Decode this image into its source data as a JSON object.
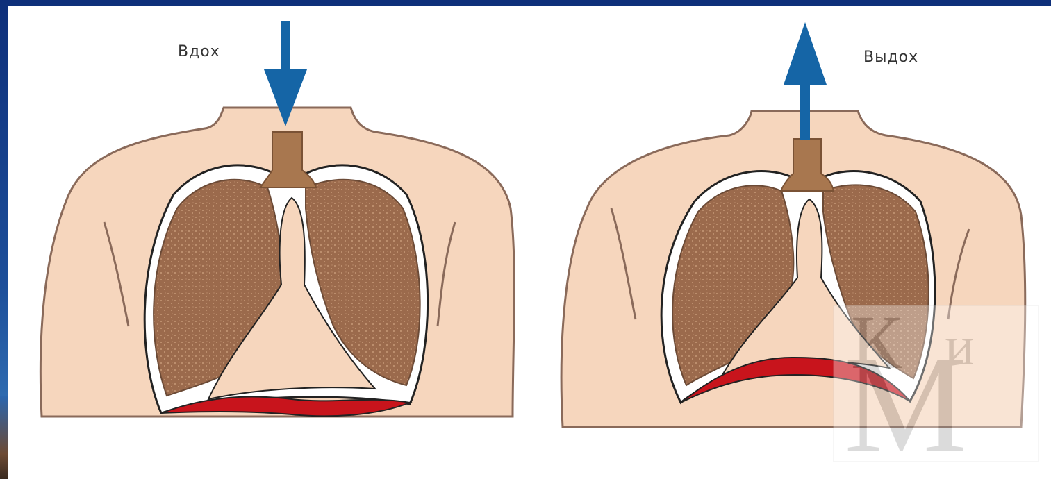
{
  "labels": {
    "inhale": "Вдох",
    "exhale": "Выдох"
  },
  "watermark": {
    "text": "КиМ"
  },
  "colors": {
    "background_frame": "#12357f",
    "skin": "#f6d6bd",
    "skin_outline": "#8a6a5a",
    "lung": "#9b6a4c",
    "trachea": "#a8774f",
    "diaphragm": "#c8141c",
    "arrow": "#1565a6"
  },
  "icons": {
    "inhale_arrow": "arrow-down-icon",
    "exhale_arrow": "arrow-up-icon"
  }
}
